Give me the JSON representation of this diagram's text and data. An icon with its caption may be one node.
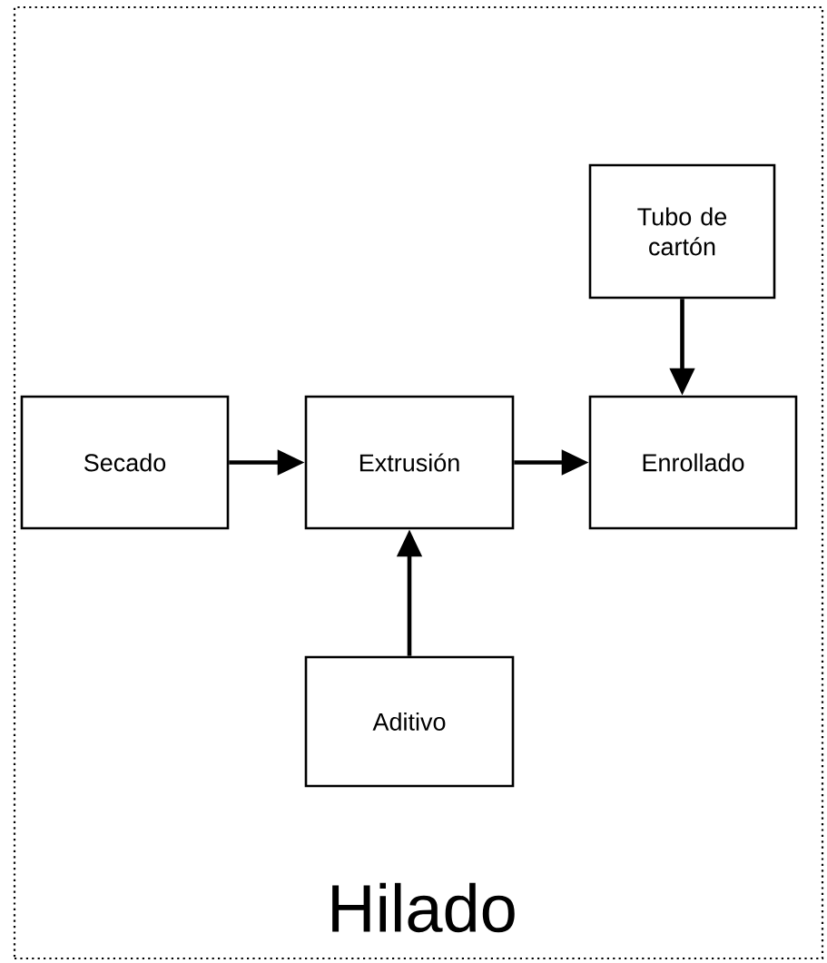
{
  "diagram": {
    "nodes": [
      {
        "text": [
          "Hilado"
        ]
      },
      {
        "text": [
          "Tubo de cartón"
        ],
        "in": 0
      },
      {
        "text": [
          "Secado"
        ],
        "in": 0
      },
      {
        "text": [
          "Extrusión"
        ],
        "in": 0
      },
      {
        "text": [
          "Enrollado"
        ],
        "in": 0
      },
      {
        "text": [
          "Aditivo"
        ],
        "in": 0
      }
    ],
    "edges": [
      {
        "from": 2,
        "to": 3,
        "arrow": "to"
      },
      {
        "from": 3,
        "to": 4,
        "arrow": "to"
      },
      {
        "from": 1,
        "to": 4,
        "arrow": "to"
      },
      {
        "from": 5,
        "to": 3,
        "arrow": "to"
      }
    ]
  }
}
